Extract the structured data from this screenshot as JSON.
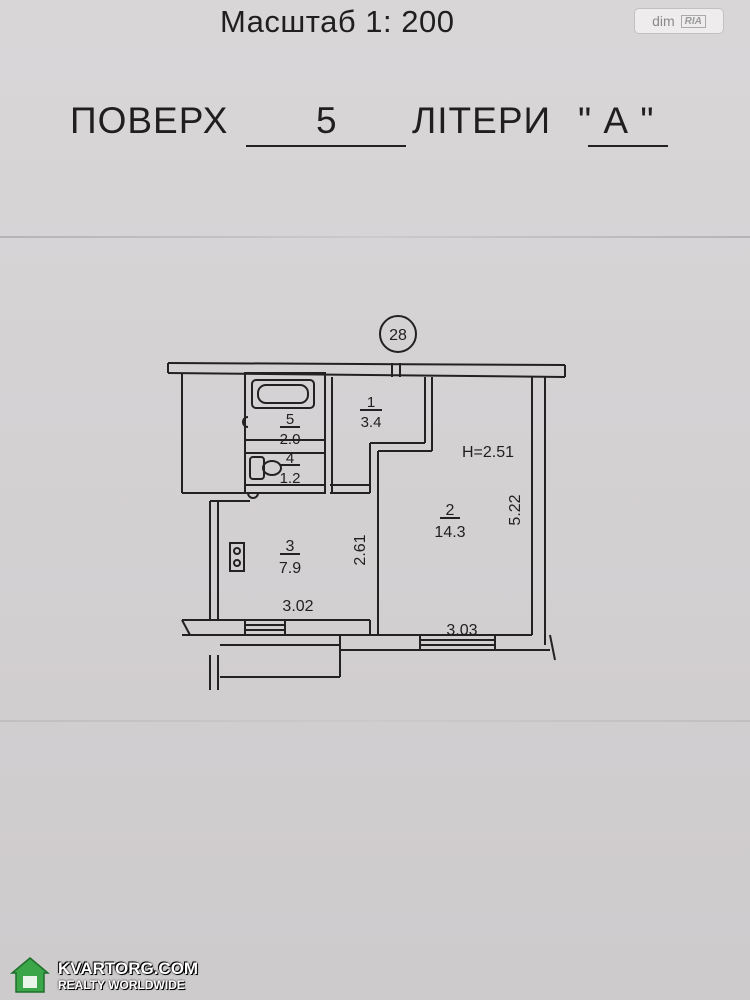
{
  "header": {
    "scale": "Масштаб 1: 200",
    "floor_label": "ПОВЕРХ",
    "floor_number": "5",
    "letter_label": "ЛІТЕРИ",
    "letter_value": "\"  А \""
  },
  "plan": {
    "axis_marker": "28",
    "height_note": "H=2.51",
    "rooms": [
      {
        "number": "1",
        "area": "3.4"
      },
      {
        "number": "2",
        "area": "14.3"
      },
      {
        "number": "3",
        "area": "7.9"
      },
      {
        "number": "4",
        "area": "1.2"
      },
      {
        "number": "5",
        "area": "2.0"
      }
    ],
    "dimensions": {
      "room2_height": "5.22",
      "room3_height": "2.61",
      "room3_width": "3.02",
      "room2_width": "3.03"
    }
  },
  "brand": {
    "dim": "dim",
    "ria": "RIA"
  },
  "watermark": {
    "name": "KVARTORG.COM",
    "subtitle": "REALTY WORLDWIDE"
  },
  "colors": {
    "paper": "#d6d3d5",
    "ink": "#1f1f1f",
    "watermark_green": "#3aa648"
  }
}
